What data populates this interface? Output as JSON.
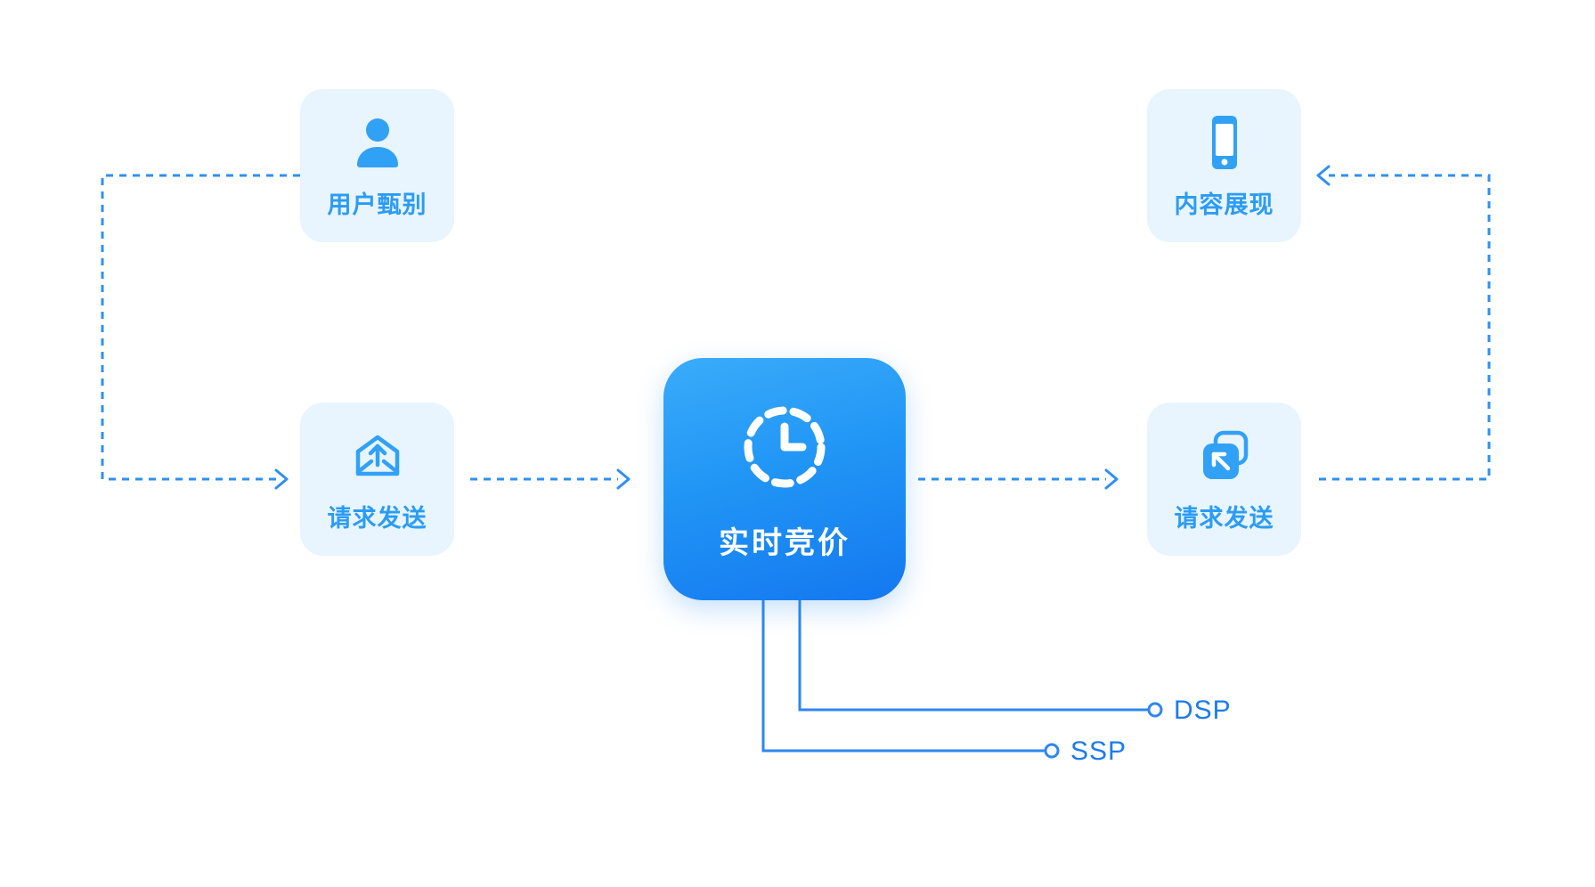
{
  "diagram": {
    "nodes": {
      "user_screening": {
        "label": "用户甄别",
        "icon": "user-icon"
      },
      "request_send_left": {
        "label": "请求发送",
        "icon": "mail-send-icon"
      },
      "rtb_center": {
        "label": "实时竞价",
        "icon": "dashed-clock-icon"
      },
      "request_send_right": {
        "label": "请求发送",
        "icon": "forward-squares-icon"
      },
      "content_display": {
        "label": "内容展现",
        "icon": "smartphone-icon"
      }
    },
    "endpoints": {
      "dsp_label": "DSP",
      "ssp_label": "SSP"
    },
    "connections": [
      "用户甄别 → 请求发送 (dashed)",
      "请求发送 → 实时竞价 (dashed)",
      "实时竞价 → 请求发送 (dashed)",
      "请求发送 → 内容展现 (dashed)",
      "实时竞价 → DSP (solid)",
      "实时竞价 → SSP (solid)"
    ],
    "colors": {
      "background": "#FFFFFF",
      "node_bg": "#E8F4FE",
      "icon_blue": "#31A1F6",
      "label_text": "#2B9CF5",
      "center_gradient_start": "#3AACFA",
      "center_gradient_end": "#1478F0",
      "center_text": "#FFFFFF",
      "connector_dashed": "#2F8FF3",
      "connector_solid": "#2E86F0",
      "endpoint_text": "#1B7BF0"
    }
  }
}
